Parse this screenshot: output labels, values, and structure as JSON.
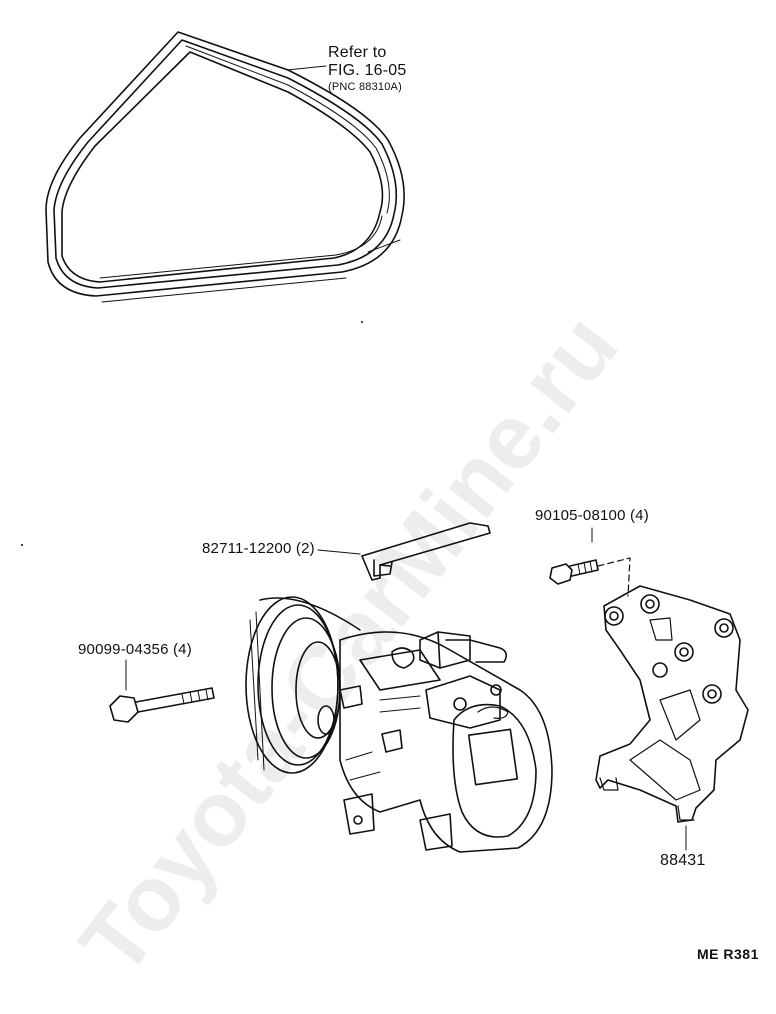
{
  "callouts": {
    "belt_ref_line1": "Refer to",
    "belt_ref_line2": "FIG. 16-05",
    "belt_ref_line3": "(PNC 88310A)",
    "bracket_clip": "82711-12200 (2)",
    "bracket_bolt": "90105-08100 (4)",
    "compressor_bolt": "90099-04356 (4)",
    "bracket": "88431"
  },
  "figure_code": "ME R381",
  "watermark": "Toyota-CarMine.ru"
}
